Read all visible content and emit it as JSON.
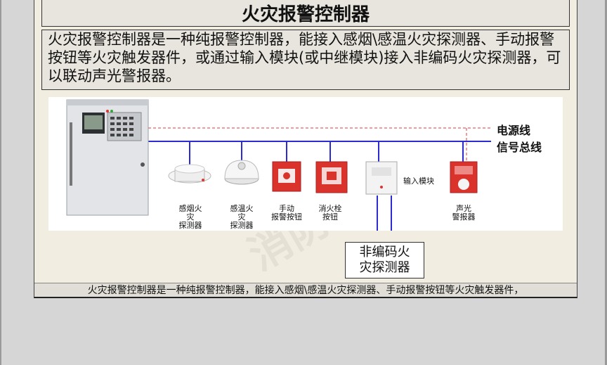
{
  "slide": {
    "title": "火灾报警控制器",
    "description": "火灾报警控制器是一种纯报警控制器，能接入感烟\\感温火灾探测器、手动报警按钮等火灾触发器件，或通过输入模块(或中继模块)接入非编码火灾探测器，可以联动声光警报器。",
    "caption": "火灾报警控制器是一种纯报警控制器，能接入感烟\\感温火灾探测器、手动报警按钮等火灾触发器件，"
  },
  "diagram": {
    "power_line_label": "电源线",
    "signal_bus_label": "信号总线",
    "input_module_label": "输入模块",
    "non_coded_detector_label": "非编码火灾探测器",
    "devices": [
      {
        "label": "感烟火灾\n探测器"
      },
      {
        "label": "感温火灾\n探测器"
      },
      {
        "label": "手动\n报警按钮"
      },
      {
        "label": "消火栓\n按钮"
      },
      {
        "label": "声光\n警报器"
      }
    ]
  },
  "colors": {
    "signal_bus": "#2b2bd1",
    "power_line": "#e23a3a",
    "slide_bg": "#f1ede0",
    "title_bg": "#e7e5dd",
    "device_red": "#d9332c"
  }
}
